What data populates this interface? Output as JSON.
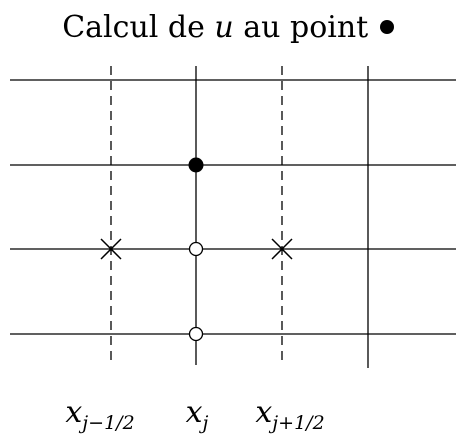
{
  "title": {
    "prefix": "Calcul de ",
    "variable": "u",
    "suffix": " au point",
    "marker": "filled-dot"
  },
  "x_labels": [
    {
      "base": "x",
      "sub": "j−1/2"
    },
    {
      "base": "x",
      "sub": "j"
    },
    {
      "base": "x",
      "sub": "j+1/2"
    }
  ],
  "markers": {
    "filled": "filled-circle",
    "hollow": "hollow-circle",
    "cross": "cross"
  }
}
